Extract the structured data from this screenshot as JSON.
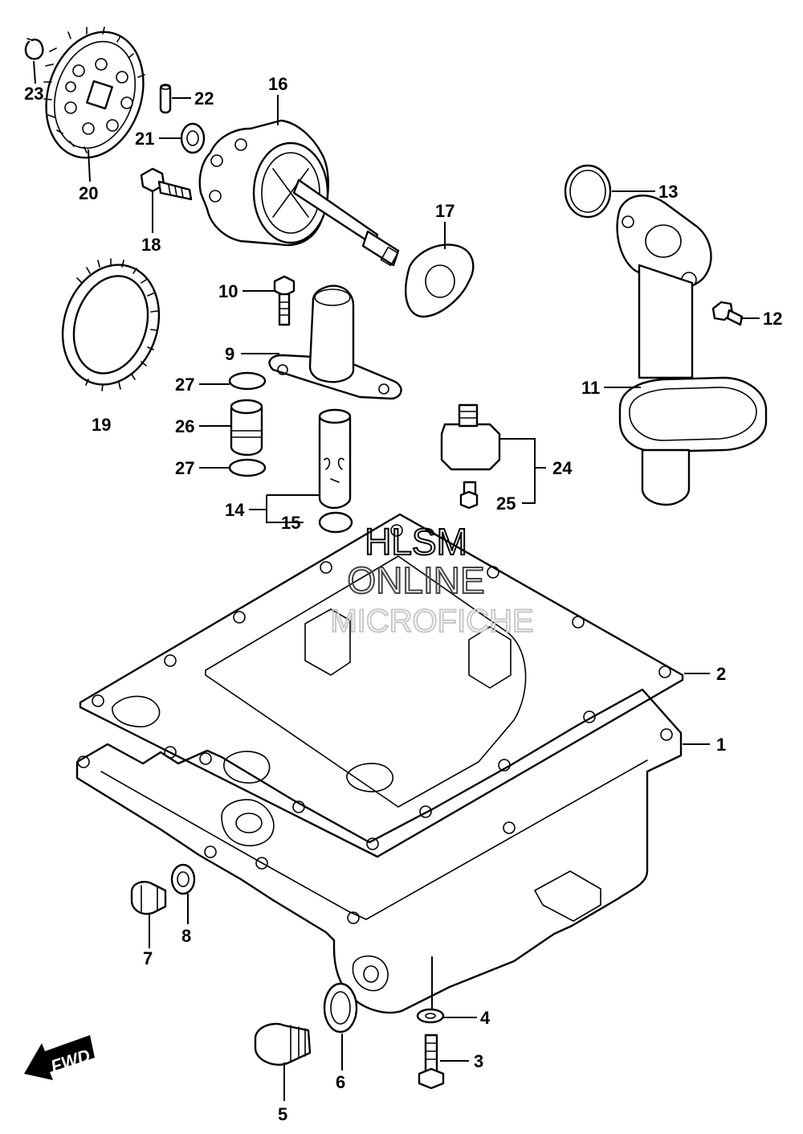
{
  "watermark": {
    "line1": "HLSM",
    "line2": "ONLINE",
    "line3": "MICROFICHE"
  },
  "direction_arrow": {
    "label": "FWD"
  },
  "callouts": [
    {
      "id": "c1",
      "label": "1"
    },
    {
      "id": "c2",
      "label": "2"
    },
    {
      "id": "c3",
      "label": "3"
    },
    {
      "id": "c4",
      "label": "4"
    },
    {
      "id": "c5",
      "label": "5"
    },
    {
      "id": "c6",
      "label": "6"
    },
    {
      "id": "c7",
      "label": "7"
    },
    {
      "id": "c8",
      "label": "8"
    },
    {
      "id": "c9",
      "label": "9"
    },
    {
      "id": "c10",
      "label": "10"
    },
    {
      "id": "c11",
      "label": "11"
    },
    {
      "id": "c12",
      "label": "12"
    },
    {
      "id": "c13",
      "label": "13"
    },
    {
      "id": "c14",
      "label": "14"
    },
    {
      "id": "c15",
      "label": "15"
    },
    {
      "id": "c16",
      "label": "16"
    },
    {
      "id": "c17",
      "label": "17"
    },
    {
      "id": "c18",
      "label": "18"
    },
    {
      "id": "c19",
      "label": "19"
    },
    {
      "id": "c20",
      "label": "20"
    },
    {
      "id": "c21",
      "label": "21"
    },
    {
      "id": "c22",
      "label": "22"
    },
    {
      "id": "c23",
      "label": "23"
    },
    {
      "id": "c24",
      "label": "24"
    },
    {
      "id": "c25",
      "label": "25"
    },
    {
      "id": "c26",
      "label": "26"
    },
    {
      "id": "c27a",
      "label": "27"
    },
    {
      "id": "c27b",
      "label": "27"
    }
  ]
}
